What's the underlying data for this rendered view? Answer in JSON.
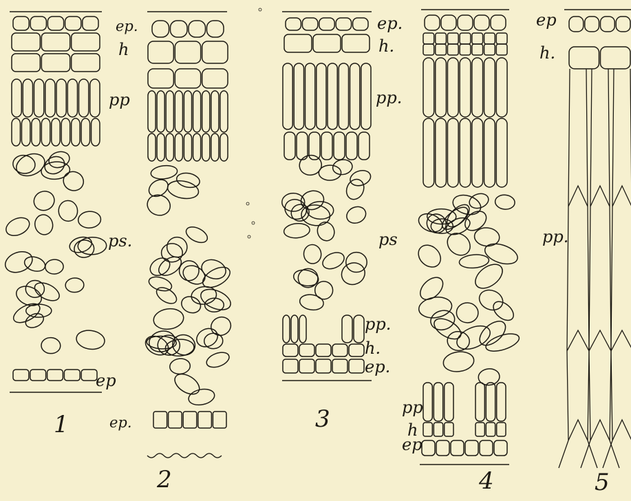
{
  "figures": [
    {
      "number": "1",
      "labels": {
        "ep_bottom": "ep",
        "pp": "pp",
        "ps": "ps."
      }
    },
    {
      "number": "2",
      "labels": {
        "ep_top": "ep.",
        "h": "h",
        "ep_bottom": "ep."
      }
    },
    {
      "number": "3",
      "labels": {
        "ep_top": "ep.",
        "h_top": "h.",
        "pp_top": "pp.",
        "ps": "ps",
        "pp_bottom": "pp.",
        "h_bottom": "h.",
        "ep_bottom": "ep."
      }
    },
    {
      "number": "4",
      "labels": {
        "pp": "pp",
        "h": "h",
        "ep": "ep"
      }
    },
    {
      "number": "5",
      "labels": {
        "ep": "ep",
        "h": "h.",
        "pp": "pp."
      }
    }
  ],
  "colors": {
    "paper": "#f6f0cf",
    "ink": "#1d1a14"
  }
}
